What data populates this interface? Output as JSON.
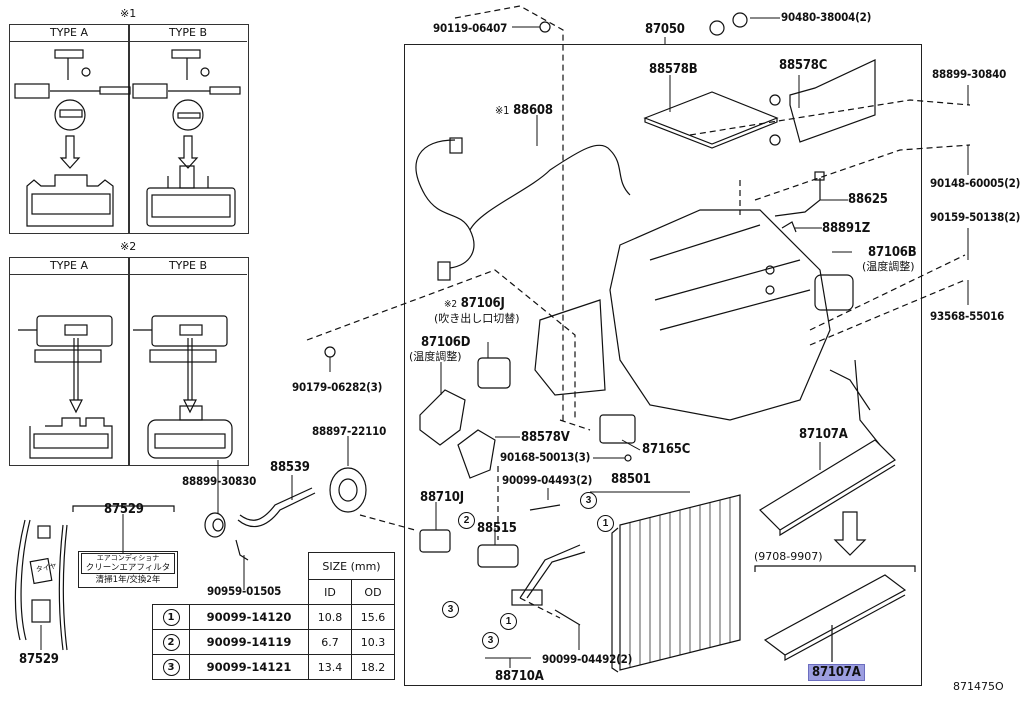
{
  "diagram_id": "871475O",
  "type_panels": [
    {
      "marker": "※1",
      "left_label": "TYPE A",
      "right_label": "TYPE B"
    },
    {
      "marker": "※2",
      "left_label": "TYPE A",
      "right_label": "TYPE B"
    }
  ],
  "parts": {
    "p90119_06407": "90119-06407",
    "p87050": "87050",
    "p90480_38004": "90480-38004(2)",
    "p88578B": "88578B",
    "p88578C": "88578C",
    "p88899_30840": "88899-30840",
    "p88608_marker": "※1",
    "p88608": "88608",
    "p90148_60005": "90148-60005(2)",
    "p88625": "88625",
    "p88891Z": "88891Z",
    "p90159_50138": "90159-50138(2)",
    "p87106B": "87106B",
    "p87106B_note": "(温度調整)",
    "p93568_55016": "93568-55016",
    "p87106J_marker": "※2",
    "p87106J": "87106J",
    "p87106J_note": "(吹き出し口切替)",
    "p87106D": "87106D",
    "p87106D_note": "(温度調整)",
    "p90179_06282": "90179-06282(3)",
    "p88578V": "88578V",
    "p87165C": "87165C",
    "p90168_50013": "90168-50013(3)",
    "p88897_22110": "88897-22110",
    "p88539": "88539",
    "p88899_30830": "88899-30830",
    "p90099_04493": "90099-04493(2)",
    "p88501": "88501",
    "p87107A_top": "87107A",
    "p88710J": "88710J",
    "p88515": "88515",
    "p87529_top": "87529",
    "p87529_bottom": "87529",
    "p90959_01505": "90959-01505",
    "p90099_04492": "90099-04492(2)",
    "p88710A": "88710A",
    "p87107A_highlighted": "87107A",
    "date_range": "(9708-9907)"
  },
  "filter_label": {
    "line1": "エアコンディショナ",
    "line2": "クリーンエアフィルタ",
    "line3": "清掃1年/交換2年"
  },
  "tire_label": "タイヤ",
  "oring_callouts": [
    "1",
    "2",
    "3"
  ],
  "size_table": {
    "header": "SIZE (mm)",
    "col_id": "ID",
    "col_od": "OD",
    "rows": [
      {
        "num": "1",
        "part": "90099-14120",
        "id": "10.8",
        "od": "15.6"
      },
      {
        "num": "2",
        "part": "90099-14119",
        "id": "6.7",
        "od": "10.3"
      },
      {
        "num": "3",
        "part": "90099-14121",
        "id": "13.4",
        "od": "18.2"
      }
    ]
  },
  "colors": {
    "line": "#111111",
    "highlight": "#9c9ee0"
  }
}
